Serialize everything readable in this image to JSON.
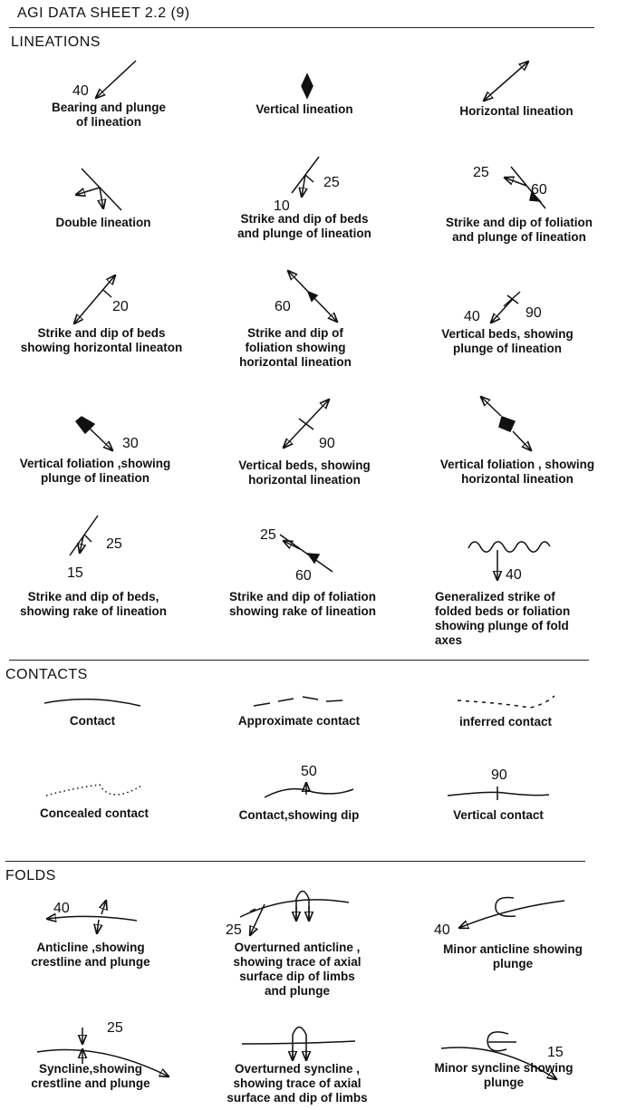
{
  "header": "AGI DATA SHEET 2.2 (9)",
  "sections": {
    "lineations": "LINEATIONS",
    "contacts": "CONTACTS",
    "folds": "FOLDS"
  },
  "lineations": [
    {
      "caption": "Bearing and plunge\nof lineation",
      "numbers": [
        "40"
      ]
    },
    {
      "caption": "Vertical lineation",
      "numbers": []
    },
    {
      "caption": "Horizontal lineation",
      "numbers": []
    },
    {
      "caption": "Double lineation",
      "numbers": []
    },
    {
      "caption": "Strike and dip of beds\nand  plunge of lineation",
      "numbers": [
        "25",
        "10"
      ]
    },
    {
      "caption": "Strike and dip of foliation\nand plunge of lineation",
      "numbers": [
        "25",
        "60"
      ]
    },
    {
      "caption": "Strike and dip of beds\nshowing horizontal lineaton",
      "numbers": [
        "20"
      ]
    },
    {
      "caption": "Strike and dip of\nfoliation showing\nhorizontal lineation",
      "numbers": [
        "60"
      ]
    },
    {
      "caption": "Vertical beds, showing\nplunge of lineation",
      "numbers": [
        "40",
        "90"
      ]
    },
    {
      "caption": "Vertical  foliation ,showing\nplunge of lineation",
      "numbers": [
        "30"
      ]
    },
    {
      "caption": "Vertical beds, showing\nhorizontal lineation",
      "numbers": [
        "90"
      ]
    },
    {
      "caption": "Vertical foliation , showing\nhorizontal lineation",
      "numbers": []
    },
    {
      "caption": "Strike and dip of beds,\nshowing rake of lineation",
      "numbers": [
        "25",
        "15"
      ]
    },
    {
      "caption": "Strike and dip of foliation\nshowing rake of lineation",
      "numbers": [
        "25",
        "60"
      ]
    },
    {
      "caption": "Generalized strike of\nfolded beds or foliation\nshowing plunge of fold\naxes",
      "numbers": [
        "40"
      ]
    }
  ],
  "contacts": [
    {
      "caption": "Contact",
      "numbers": []
    },
    {
      "caption": "Approximate contact",
      "numbers": []
    },
    {
      "caption": "inferred contact",
      "numbers": []
    },
    {
      "caption": "Concealed contact",
      "numbers": []
    },
    {
      "caption": "Contact,showing dip",
      "numbers": [
        "50"
      ]
    },
    {
      "caption": "Vertical contact",
      "numbers": [
        "90"
      ]
    }
  ],
  "folds": [
    {
      "caption": "Anticline ,showing\ncrestline and plunge",
      "numbers": [
        "40"
      ]
    },
    {
      "caption": "Overturned anticline ,\nshowing trace of axial\nsurface dip of limbs\nand plunge",
      "numbers": [
        "25"
      ]
    },
    {
      "caption": "Minor anticline showing\nplunge",
      "numbers": [
        "40"
      ]
    },
    {
      "caption": "Syncline,showing\ncrestline and plunge",
      "numbers": [
        "25"
      ]
    },
    {
      "caption": "Overturned syncline ,\nshowing trace of axial\nsurface and dip of  limbs",
      "numbers": []
    },
    {
      "caption": "Minor syncline showing\nplunge",
      "numbers": [
        "15"
      ]
    }
  ]
}
